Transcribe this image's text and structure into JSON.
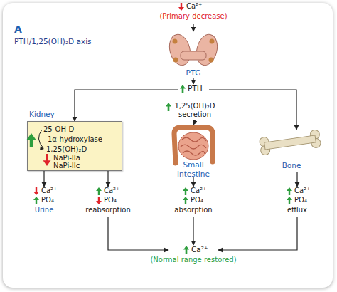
{
  "diagram": {
    "nodes": [
      {
        "text": [
          "Ca²⁺",
          "(Primary decrease)"
        ]
      },
      {
        "text": [
          "PTG"
        ]
      },
      {
        "text": [
          "PTH"
        ]
      },
      {
        "text": [
          "Kidney",
          "25-OH-D",
          "1α-hydroxylase",
          "1,25(OH)₂D",
          "NaPi-IIa",
          "NaPi-IIc"
        ]
      },
      {
        "text": [
          "1,25(OH)₂D secretion"
        ]
      },
      {
        "text": [
          "Small intestine"
        ]
      },
      {
        "text": [
          "Bone"
        ]
      },
      {
        "text": [
          "Ca²⁺",
          "PO₄",
          "Urine"
        ]
      },
      {
        "text": [
          "Ca²⁺",
          "PO₄",
          "reabsorption"
        ]
      },
      {
        "text": [
          "Ca²⁺",
          "PO₄",
          "absorption"
        ]
      },
      {
        "text": [
          "Ca²⁺",
          "PO₄",
          "efflux"
        ]
      },
      {
        "text": [
          "Ca²⁺",
          "(Normal range restored)"
        ]
      }
    ],
    "edges": [
      {
        "from": 0,
        "to": 1,
        "arrow": "to"
      },
      {
        "from": 1,
        "to": 2,
        "arrow": "to"
      },
      {
        "from": 2,
        "to": 3,
        "arrow": "to"
      },
      {
        "from": 2,
        "to": 6,
        "arrow": "to"
      },
      {
        "from": 4,
        "to": 5,
        "arrow": "to"
      },
      {
        "from": 3,
        "to": 7,
        "arrow": "to"
      },
      {
        "from": 3,
        "to": 8,
        "arrow": "to"
      },
      {
        "from": 5,
        "to": 9,
        "arrow": "to"
      },
      {
        "from": 6,
        "to": 10,
        "arrow": "to"
      },
      {
        "from": 8,
        "to": 11,
        "arrow": "to"
      },
      {
        "from": 9,
        "to": 11,
        "arrow": "to"
      },
      {
        "from": 10,
        "to": 11,
        "arrow": "to"
      }
    ],
    "labels": [
      "A",
      "PTH/1,25(OH)₂D axis"
    ]
  }
}
